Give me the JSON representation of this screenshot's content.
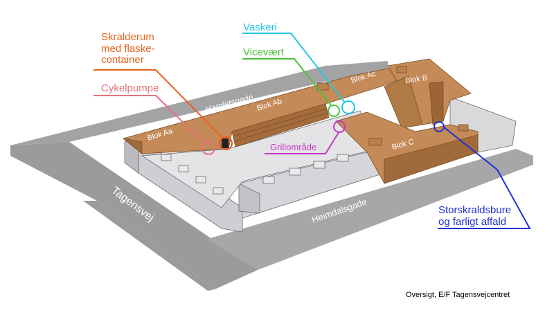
{
  "streets": {
    "hamletsgade": "Hamletsgade",
    "tagensvej": "Tagensvej",
    "heimdalsgade": "Heimdalsgade"
  },
  "blocks": {
    "aa": "Blok Aa",
    "ab": "Blok Ab",
    "ac": "Blok Ac",
    "b": "Blok B",
    "c": "Blok C"
  },
  "callouts": {
    "skralderum": [
      "Skralderum",
      "med flaske-",
      "container"
    ],
    "cykelpumpe": "Cykelpumpe",
    "vaskeri": "Vaskeri",
    "vicevaert": "Vicevært",
    "grillomraade": "Grillområde",
    "storskrald": [
      "Storskraldsbure",
      "og farligt affald"
    ]
  },
  "caption": "Oversigt, E/F Tagensvejcentret",
  "colors": {
    "skralderum": "#e8601c",
    "cykelpumpe": "#e8707a",
    "vaskeri": "#22c8e6",
    "vicevaert": "#49c23a",
    "grillomraade": "#c736c7",
    "storskrald": "#1d2fd6",
    "building_roof": "#c48a57",
    "building_side": "#a06a3a",
    "street": "#9b9b9e",
    "glass": "#d5d5d8"
  }
}
